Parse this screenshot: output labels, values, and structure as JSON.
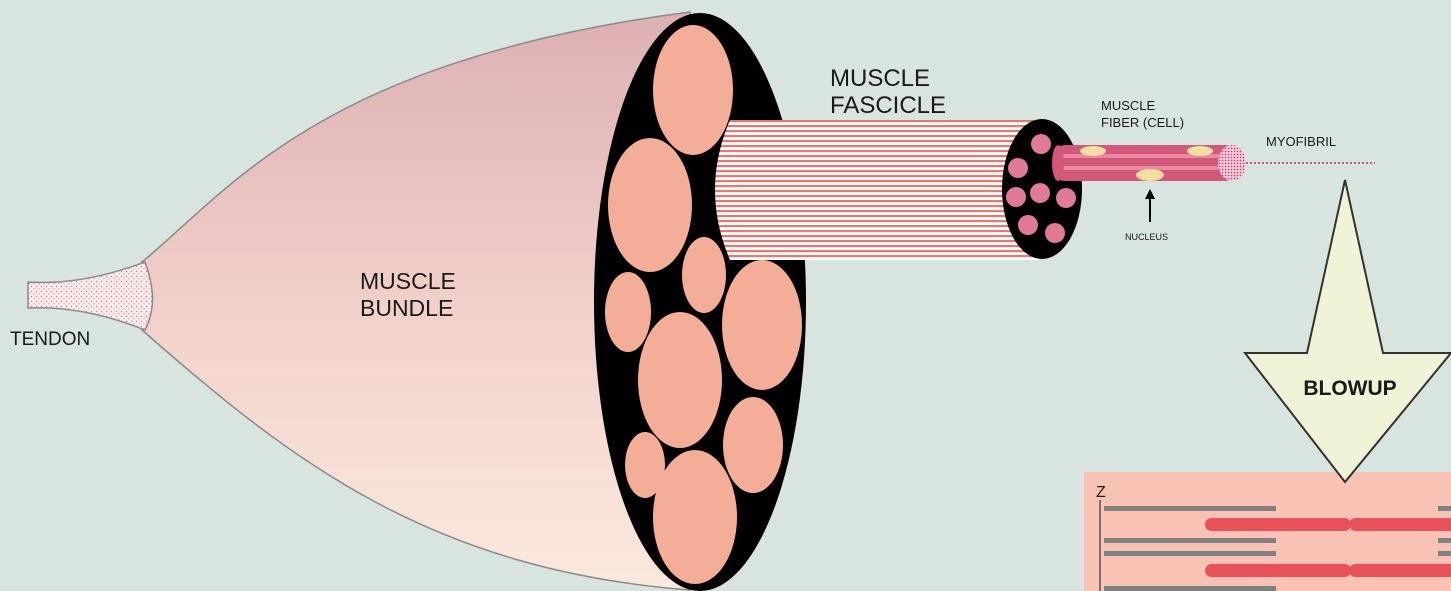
{
  "labels": {
    "tendon": "TENDON",
    "bundle_line1": "MUSCLE",
    "bundle_line2": "BUNDLE",
    "fascicle_line1": "MUSCLE",
    "fascicle_line2": "FASCICLE",
    "fiber_line1": "MUSCLE",
    "fiber_line2": "FIBER (CELL)",
    "nucleus": "NUCLEUS",
    "myofibril": "MYOFIBRIL",
    "blowup": "BLOWUP",
    "z_line": "Z"
  },
  "colors": {
    "background": "#d8e5df",
    "bundle_fill_top": "#e2b8b8",
    "bundle_fill_bottom": "#fae6dc",
    "fascicle_pink": "#f4ad96",
    "fiber_pink": "#e07a95",
    "myofilament_red": "#e8505a",
    "myofilament_gray": "#808080",
    "nucleus_yellow": "#f5dfa0",
    "blowup_arrow": "#f0f3d6",
    "blowup_panel": "#f8c3b4"
  }
}
